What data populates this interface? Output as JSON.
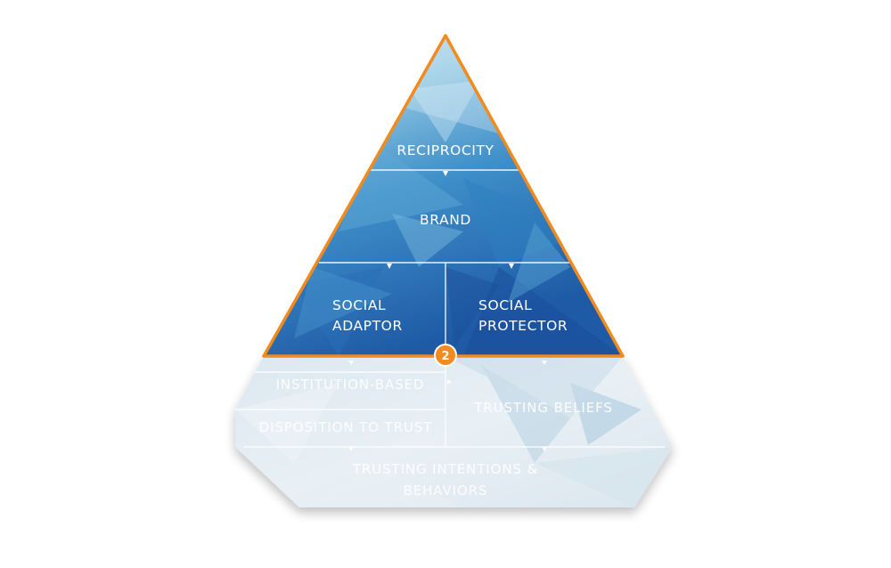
{
  "pyramid": {
    "apex_levels": {
      "reciprocity": "RECIPROCITY",
      "brand": "BRAND",
      "social_adaptor": [
        "SOCIAL",
        "ADAPTOR"
      ],
      "social_protector": [
        "SOCIAL",
        "PROTECTOR"
      ]
    },
    "badge_number": "2",
    "base_levels": {
      "institution_based": "INSTITUTION-BASED",
      "disposition_to_trust": "DISPOSITION TO TRUST",
      "trusting_beliefs": "TRUSTING BELIEFS",
      "trusting_intentions": [
        "TRUSTING INTENTIONS &",
        "BEHAVIORS"
      ]
    }
  },
  "colors": {
    "highlight_outline": "#F28A1E",
    "pyramid_blue_dark": "#1E5DA8",
    "pyramid_blue_light": "#9CCDE6",
    "base_fill": "#E2ECF3"
  }
}
